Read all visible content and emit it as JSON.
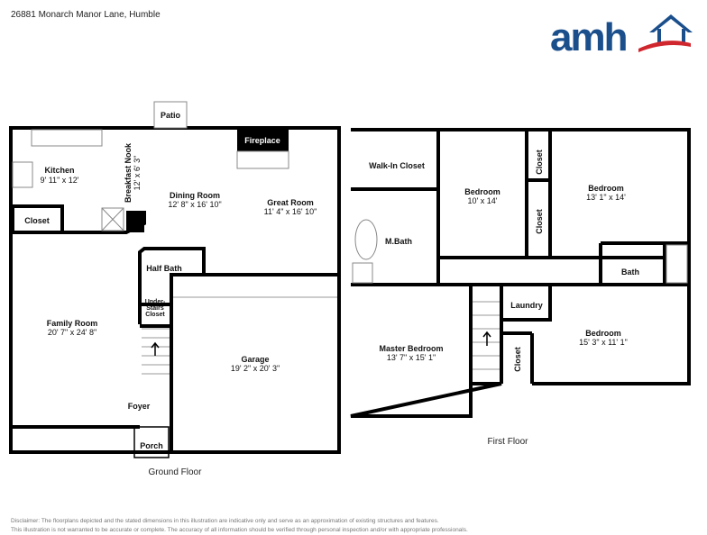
{
  "address": "26881 Monarch Manor Lane, Humble",
  "logo": {
    "text": "amh",
    "colors": {
      "blue": "#1b4f8c",
      "red": "#d0262d"
    }
  },
  "ground_floor": {
    "title": "Ground Floor",
    "rooms": {
      "patio": {
        "name": "Patio"
      },
      "fireplace": {
        "name": "Fireplace"
      },
      "kitchen": {
        "name": "Kitchen",
        "dims": "9' 11\" x 12'"
      },
      "breakfast_nook": {
        "name": "Breakfast Nook",
        "dims": "12' x 6' 3\""
      },
      "dining_room": {
        "name": "Dining Room",
        "dims": "12' 8\" x 16' 10\""
      },
      "great_room": {
        "name": "Great Room",
        "dims": "11' 4\" x 16' 10\""
      },
      "closet": {
        "name": "Closet"
      },
      "half_bath": {
        "name": "Half Bath"
      },
      "under_stairs_closet": {
        "line1": "Under-",
        "line2": "Stairs",
        "line3": "Closet"
      },
      "family_room": {
        "name": "Family Room",
        "dims": "20' 7\" x 24' 8\""
      },
      "garage": {
        "name": "Garage",
        "dims": "19' 2\" x 20' 3\""
      },
      "foyer": {
        "name": "Foyer"
      },
      "porch": {
        "name": "Porch"
      }
    }
  },
  "first_floor": {
    "title": "First Floor",
    "rooms": {
      "walk_in_closet": {
        "name": "Walk-In Closet"
      },
      "bedroom_a": {
        "name": "Bedroom",
        "dims": "10' x 14'"
      },
      "closet_a": {
        "name": "Closet"
      },
      "closet_b": {
        "name": "Closet"
      },
      "bedroom_b": {
        "name": "Bedroom",
        "dims": "13' 1\" x 14'"
      },
      "m_bath": {
        "name": "M.Bath"
      },
      "bath": {
        "name": "Bath"
      },
      "laundry": {
        "name": "Laundry"
      },
      "master_bedroom": {
        "name": "Master Bedroom",
        "dims": "13' 7\" x 15' 1\""
      },
      "closet_c": {
        "name": "Closet"
      },
      "bedroom_c": {
        "name": "Bedroom",
        "dims": "15' 3\" x 11' 1\""
      }
    }
  },
  "disclaimer": {
    "line1": "Disclaimer: The floorplans depicted and the stated dimensions in this illustration are indicative only and serve as an approximation of existing structures and features.",
    "line2": "This illustration is not warranted to be accurate or complete. The accuracy of all information should be verified through personal inspection and/or with appropriate professionals."
  }
}
